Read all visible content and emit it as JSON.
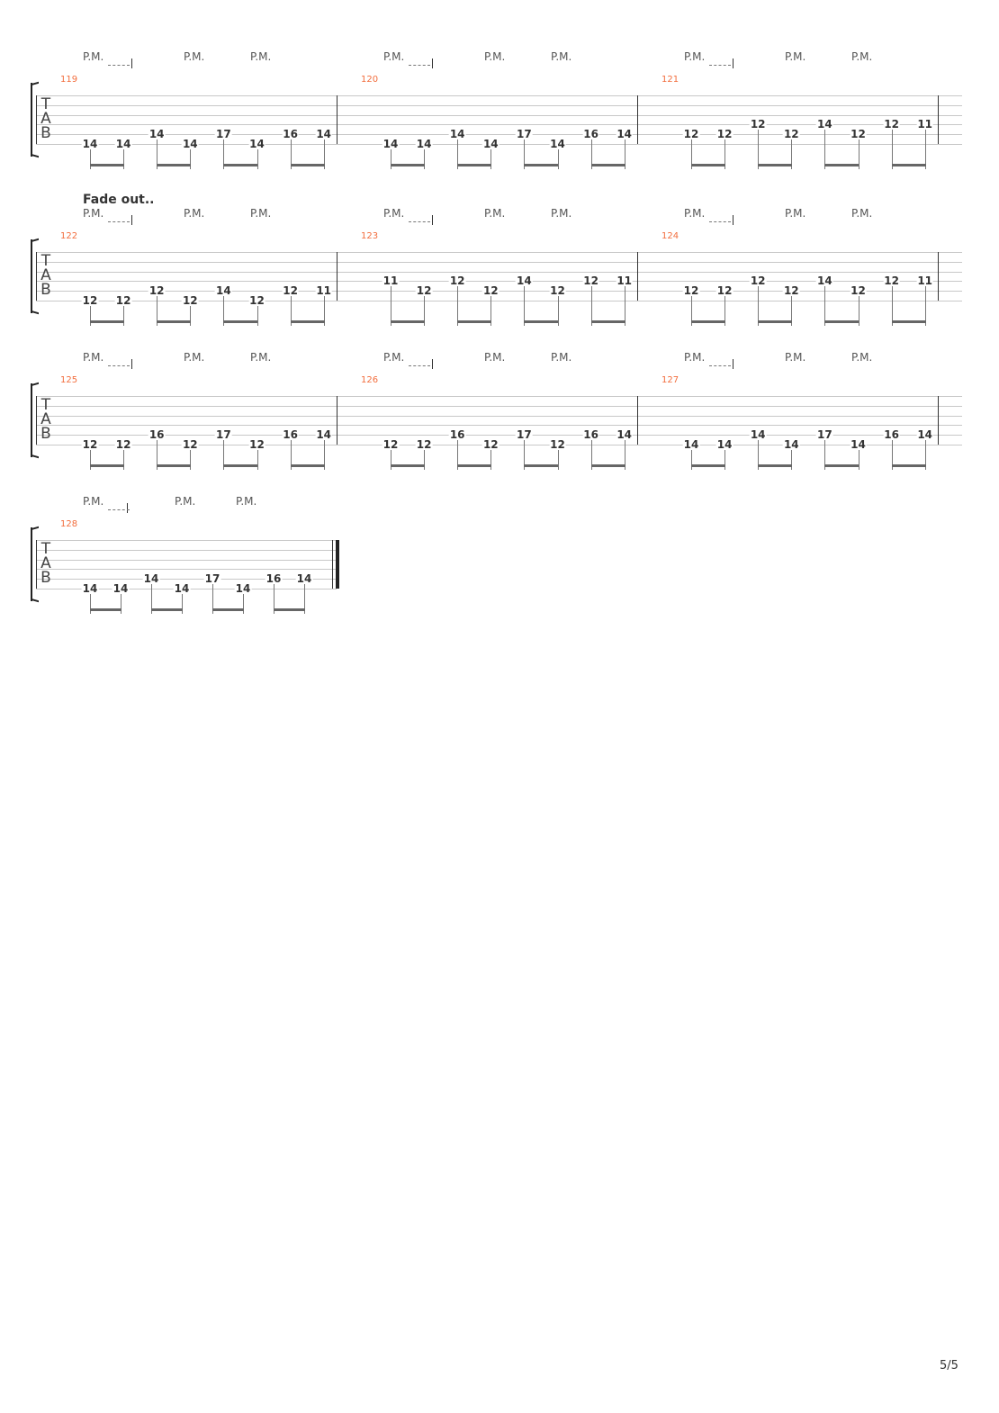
{
  "fade_label": "Fade out..",
  "page_number": "5/5",
  "pm_label": "P.M.",
  "tab_letters": [
    "T",
    "A",
    "B"
  ],
  "systems": [
    {
      "measures": [
        {
          "number": "119",
          "notes": [
            [
              "14",
              6
            ],
            [
              "14",
              6
            ],
            [
              "14",
              5
            ],
            [
              "14",
              6
            ],
            [
              "17",
              5
            ],
            [
              "14",
              6
            ],
            [
              "16",
              5
            ],
            [
              "14",
              5
            ]
          ]
        },
        {
          "number": "120",
          "notes": [
            [
              "14",
              6
            ],
            [
              "14",
              6
            ],
            [
              "14",
              5
            ],
            [
              "14",
              6
            ],
            [
              "17",
              5
            ],
            [
              "14",
              6
            ],
            [
              "16",
              5
            ],
            [
              "14",
              5
            ]
          ]
        },
        {
          "number": "121",
          "notes": [
            [
              "12",
              5
            ],
            [
              "12",
              5
            ],
            [
              "12",
              4
            ],
            [
              "12",
              5
            ],
            [
              "14",
              4
            ],
            [
              "12",
              5
            ],
            [
              "12",
              4
            ],
            [
              "11",
              4
            ]
          ]
        }
      ]
    },
    {
      "measures": [
        {
          "number": "122",
          "notes": [
            [
              "12",
              6
            ],
            [
              "12",
              6
            ],
            [
              "12",
              5
            ],
            [
              "12",
              6
            ],
            [
              "14",
              5
            ],
            [
              "12",
              6
            ],
            [
              "12",
              5
            ],
            [
              "11",
              5
            ]
          ]
        },
        {
          "number": "123",
          "notes": [
            [
              "11",
              4
            ],
            [
              "12",
              5
            ],
            [
              "12",
              4
            ],
            [
              "12",
              5
            ],
            [
              "14",
              4
            ],
            [
              "12",
              5
            ],
            [
              "12",
              4
            ],
            [
              "11",
              4
            ]
          ]
        },
        {
          "number": "124",
          "notes": [
            [
              "12",
              5
            ],
            [
              "12",
              5
            ],
            [
              "12",
              4
            ],
            [
              "12",
              5
            ],
            [
              "14",
              4
            ],
            [
              "12",
              5
            ],
            [
              "12",
              4
            ],
            [
              "11",
              4
            ]
          ]
        }
      ]
    },
    {
      "measures": [
        {
          "number": "125",
          "notes": [
            [
              "12",
              6
            ],
            [
              "12",
              6
            ],
            [
              "16",
              5
            ],
            [
              "12",
              6
            ],
            [
              "17",
              5
            ],
            [
              "12",
              6
            ],
            [
              "16",
              5
            ],
            [
              "14",
              5
            ]
          ]
        },
        {
          "number": "126",
          "notes": [
            [
              "12",
              6
            ],
            [
              "12",
              6
            ],
            [
              "16",
              5
            ],
            [
              "12",
              6
            ],
            [
              "17",
              5
            ],
            [
              "12",
              6
            ],
            [
              "16",
              5
            ],
            [
              "14",
              5
            ]
          ]
        },
        {
          "number": "127",
          "notes": [
            [
              "14",
              6
            ],
            [
              "14",
              6
            ],
            [
              "14",
              5
            ],
            [
              "14",
              6
            ],
            [
              "17",
              5
            ],
            [
              "14",
              6
            ],
            [
              "16",
              5
            ],
            [
              "14",
              5
            ]
          ]
        }
      ]
    },
    {
      "measures": [
        {
          "number": "128",
          "notes": [
            [
              "14",
              6
            ],
            [
              "14",
              6
            ],
            [
              "14",
              5
            ],
            [
              "14",
              6
            ],
            [
              "17",
              5
            ],
            [
              "14",
              6
            ],
            [
              "16",
              5
            ],
            [
              "14",
              5
            ]
          ]
        }
      ]
    }
  ]
}
